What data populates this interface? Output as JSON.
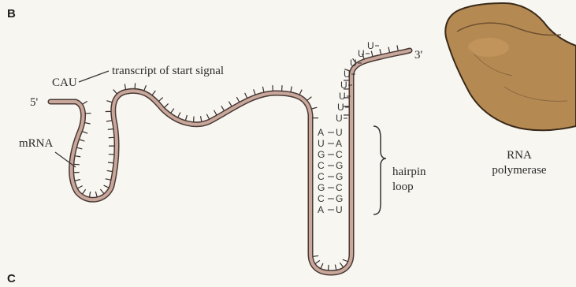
{
  "panels": {
    "top": "B",
    "bottom": "C"
  },
  "labels": {
    "start_codon": "CAU",
    "start_signal": "transcript of start signal",
    "five_prime": "5'",
    "three_prime": "3'",
    "mrna": "mRNA",
    "hairpin_line1": "hairpin",
    "hairpin_line2": "loop",
    "polymerase_line1": "RNA",
    "polymerase_line2": "polymerase"
  },
  "hairpin_stem": {
    "left_bases": [
      "A",
      "U",
      "G",
      "C",
      "C",
      "G",
      "C",
      "A"
    ],
    "right_bases": [
      "U",
      "A",
      "C",
      "G",
      "G",
      "C",
      "G",
      "U"
    ],
    "tail_bases": [
      "U",
      "U",
      "U",
      "U",
      "U",
      "U",
      "U",
      "U"
    ]
  },
  "colors": {
    "strand_fill": "#c9a79b",
    "strand_edge": "#4a3a36",
    "polymerase": "#b58a52"
  }
}
